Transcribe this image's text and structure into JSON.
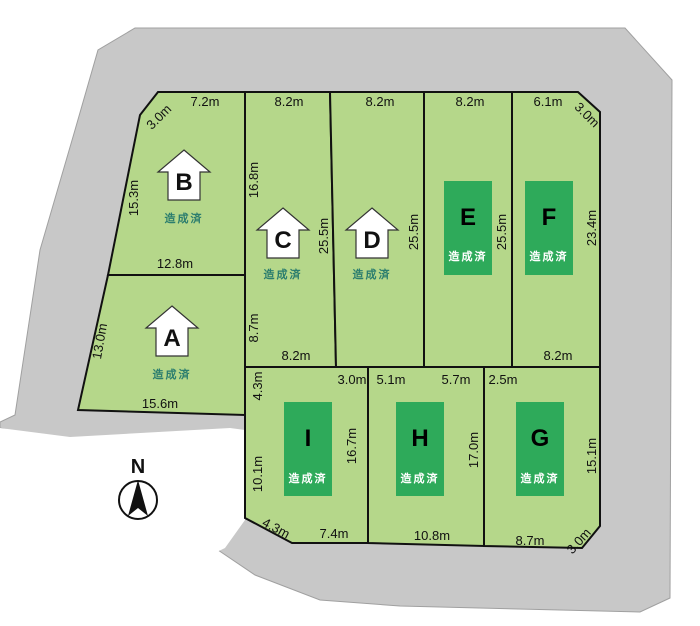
{
  "compass": {
    "label": "N"
  },
  "colors": {
    "road": "#c8c8c8",
    "lot": "#b5d78a",
    "border": "#111111",
    "built": "#2eaa5a",
    "status_text": "#2b7d6e"
  },
  "lots": {
    "A": {
      "letter": "A",
      "status": "造成済",
      "icon": "house-icon"
    },
    "B": {
      "letter": "B",
      "status": "造成済",
      "icon": "house-icon"
    },
    "C": {
      "letter": "C",
      "status": "造成済",
      "icon": "house-icon"
    },
    "D": {
      "letter": "D",
      "status": "造成済",
      "icon": "house-icon"
    },
    "E": {
      "letter": "E",
      "status": "造成済"
    },
    "F": {
      "letter": "F",
      "status": "造成済"
    },
    "G": {
      "letter": "G",
      "status": "造成済"
    },
    "H": {
      "letter": "H",
      "status": "造成済"
    },
    "I": {
      "letter": "I",
      "status": "造成済"
    }
  },
  "dims": {
    "b_top_chamfer": "3.0m",
    "b_top": "7.2m",
    "b_left": "15.3m",
    "b_bottom": "12.8m",
    "c_top": "8.2m",
    "c_left": "16.8m",
    "c_right": "25.5m",
    "c_left_low": "8.7m",
    "c_bottom": "8.2m",
    "d_top": "8.2m",
    "d_right": "25.5m",
    "e_top": "8.2m",
    "e_right": "25.5m",
    "f_top": "6.1m",
    "f_top_chamfer": "3.0m",
    "f_right": "23.4m",
    "f_bottom": "8.2m",
    "a_left": "13.0m",
    "a_bottom": "15.6m",
    "i_top_chamfer": "3.0m",
    "i_left_top": "4.3m",
    "i_left": "10.1m",
    "i_right": "16.7m",
    "i_bottom_chamfer": "4.3m",
    "i_bottom": "7.4m",
    "h_top_left": "5.1m",
    "h_top_right": "5.7m",
    "h_right": "17.0m",
    "h_bottom": "10.8m",
    "g_top": "2.5m",
    "g_right": "15.1m",
    "g_bottom": "8.7m",
    "g_bottom_chamfer": "3.0m"
  }
}
